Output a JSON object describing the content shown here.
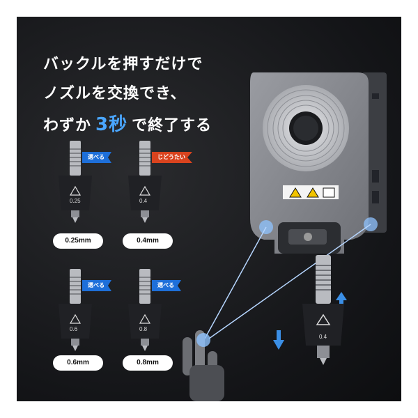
{
  "headline": {
    "line1": "バックルを押すだけで",
    "line2": "ノズルを交換でき、",
    "line3_before": "わずか",
    "line3_accent": "3秒",
    "line3_after": "で終了する"
  },
  "nozzles": [
    {
      "size_label": "0.25mm",
      "tag": "選べる",
      "engraved": "0.25",
      "tag_color": "#1e6fd9"
    },
    {
      "size_label": "0.4mm",
      "tag": "じどうたい",
      "engraved": "0.4",
      "tag_color": "#d9431e"
    },
    {
      "size_label": "0.6mm",
      "tag": "選べる",
      "engraved": "0.6",
      "tag_color": "#1e6fd9"
    },
    {
      "size_label": "0.8mm",
      "tag": "選べる",
      "engraved": "0.8",
      "tag_color": "#1e6fd9"
    }
  ],
  "hero_nozzle_engraved": "0.4",
  "colors": {
    "accent": "#4aa6ff",
    "arrow": "#3b8fe6",
    "ribbon_blue": "#1e6fd9",
    "ribbon_red": "#d9431e"
  },
  "icons": [
    "warning-icon",
    "hot-surface-icon",
    "temperature-icon"
  ]
}
